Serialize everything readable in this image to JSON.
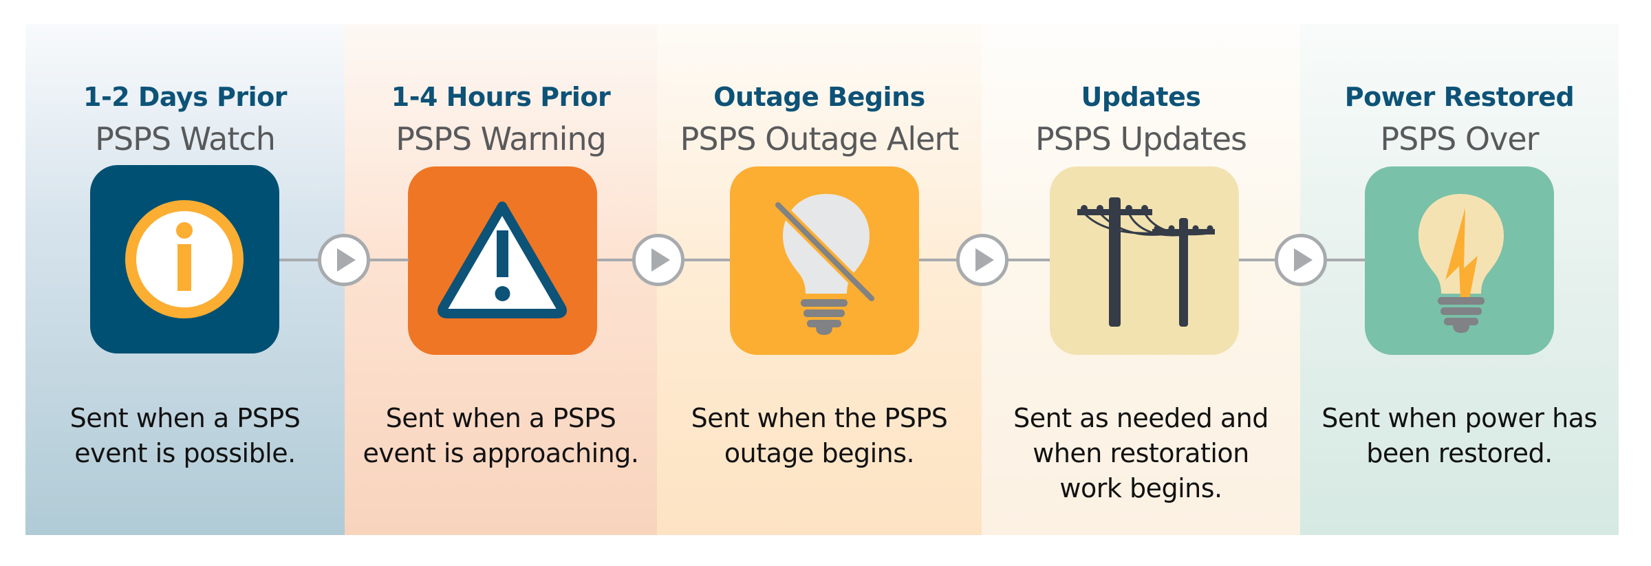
{
  "colors": {
    "title_blue": "#0d5277",
    "stage_gray": "#58595b",
    "connector_gray": "#a8abae",
    "watch_box": "#005074",
    "warning_box": "#ef7624",
    "outage_box": "#fbae32",
    "updates_box": "#f2e2b0",
    "restored_box": "#79c1a8"
  },
  "stages": [
    {
      "timing": "1-2 Days Prior",
      "name": "PSPS Watch",
      "description_lines": [
        "Sent when a PSPS",
        "event is possible."
      ],
      "icon": "info-icon"
    },
    {
      "timing": "1-4 Hours Prior",
      "name": "PSPS Warning",
      "description_lines": [
        "Sent when a PSPS",
        "event is approaching."
      ],
      "icon": "warning-triangle-icon"
    },
    {
      "timing": "Outage Begins",
      "name": "PSPS Outage Alert",
      "description_lines": [
        "Sent when the PSPS",
        "outage begins."
      ],
      "icon": "lightbulb-off-icon"
    },
    {
      "timing": "Updates",
      "name": "PSPS Updates",
      "description_lines": [
        "Sent as needed and",
        "when restoration",
        "work begins."
      ],
      "icon": "power-poles-icon"
    },
    {
      "timing": "Power Restored",
      "name": "PSPS Over",
      "description_lines": [
        "Sent when power has",
        "been restored."
      ],
      "icon": "lightbulb-on-icon"
    }
  ],
  "connectors": [
    {
      "icon": "play-arrow-icon"
    },
    {
      "icon": "play-arrow-icon"
    },
    {
      "icon": "play-arrow-icon"
    },
    {
      "icon": "play-arrow-icon"
    }
  ]
}
